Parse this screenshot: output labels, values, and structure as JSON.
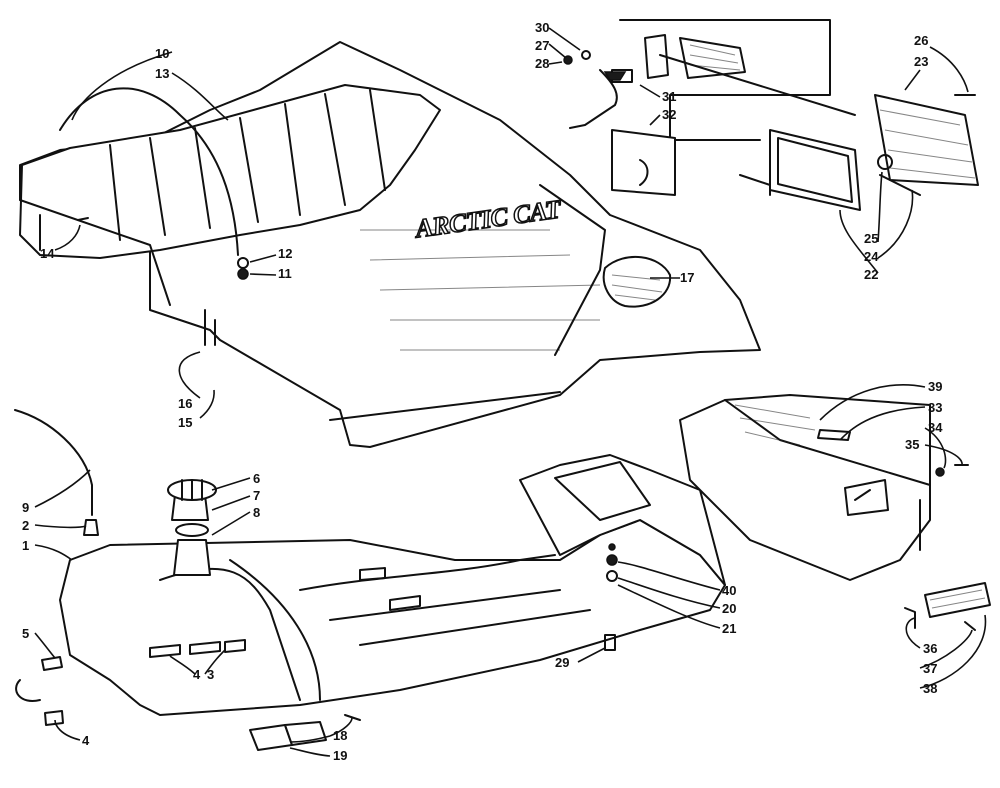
{
  "brand_text": "ARCTIC CAT",
  "callouts": {
    "c1": "1",
    "c2": "2",
    "c3": "3",
    "c4": "4",
    "c4b": "4",
    "c5": "5",
    "c6": "6",
    "c7": "7",
    "c8": "8",
    "c9": "9",
    "c10": "10",
    "c11": "11",
    "c12": "12",
    "c13": "13",
    "c14": "14",
    "c15": "15",
    "c16": "16",
    "c17": "17",
    "c18": "18",
    "c19": "19",
    "c20": "20",
    "c21": "21",
    "c22": "22",
    "c23": "23",
    "c24": "24",
    "c25": "25",
    "c26": "26",
    "c27": "27",
    "c28": "28",
    "c29": "29",
    "c30": "30",
    "c31": "31",
    "c32": "32",
    "c33": "33",
    "c34": "34",
    "c35": "35",
    "c36": "36",
    "c37": "37",
    "c38": "38",
    "c39": "39",
    "c40": "40"
  }
}
